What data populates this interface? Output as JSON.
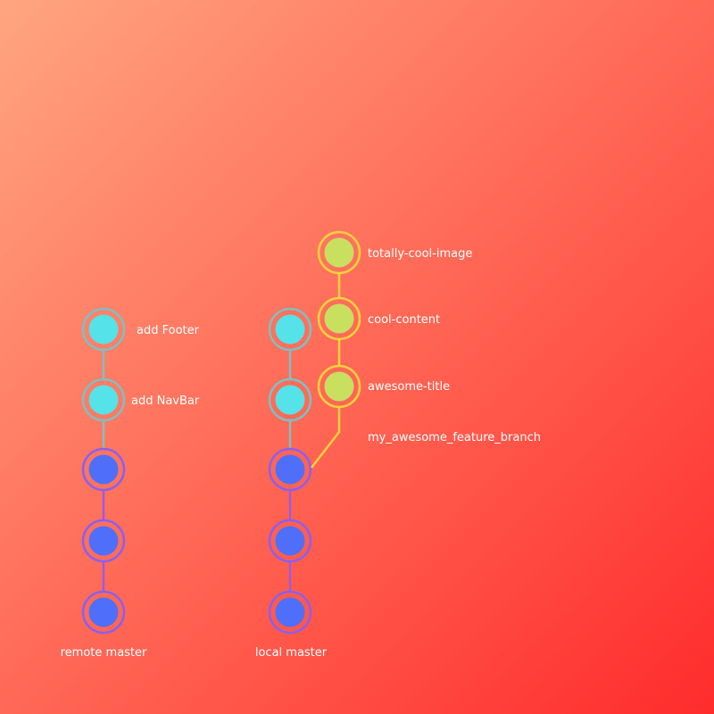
{
  "colors": {
    "background_from": "#ffa580",
    "background_to": "#ff2c2c",
    "cyan_fill": "#55e2e8",
    "cyan_ring": "#7fbfc2",
    "blue_fill": "#4f6ffa",
    "blue_ring": "#8a5ff0",
    "blue_line": "#9b5ae6",
    "green_fill": "#c8df60",
    "green_ring": "#f5d23c",
    "label": "#ffffff"
  },
  "remote_master": {
    "label": "remote master",
    "commits": [
      "add Footer",
      "add NavBar",
      "",
      "",
      ""
    ]
  },
  "local_master": {
    "label": "local master",
    "commits": [
      "",
      "",
      "",
      "",
      ""
    ]
  },
  "feature_branch": {
    "label": "my_awesome_feature_branch",
    "commits": [
      "totally-cool-image",
      "cool-content",
      "awesome-title"
    ]
  }
}
